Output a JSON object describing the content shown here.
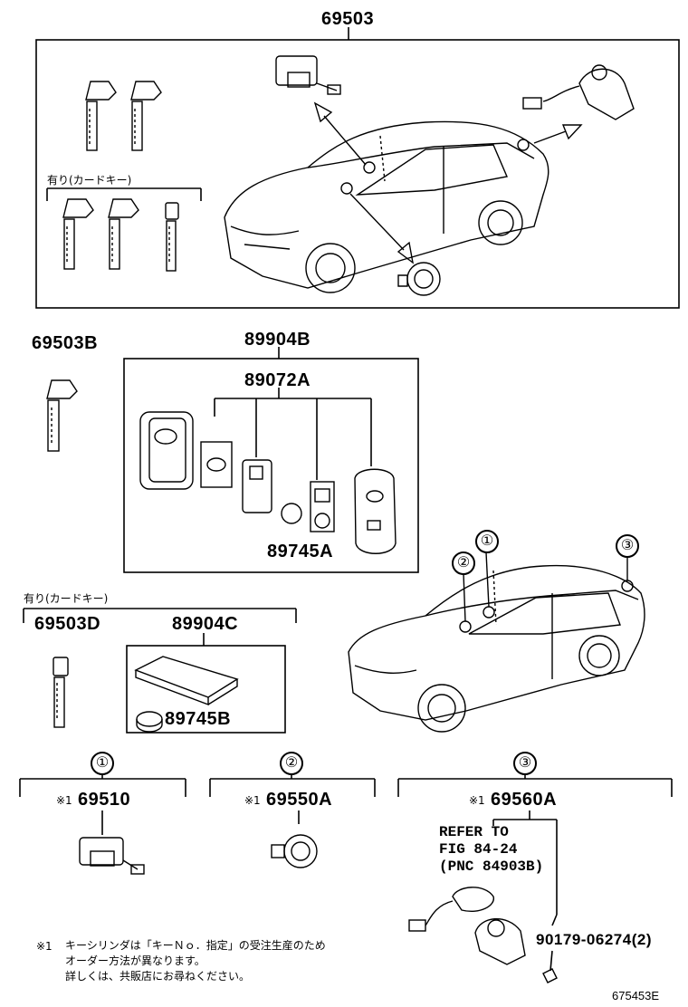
{
  "top": {
    "part": "69503",
    "key_group_label": "有り(カードキー)"
  },
  "section_keys": {
    "part_b": "69503B",
    "part_d": "69503D",
    "card_key_label": "有り(カードキー)"
  },
  "fob": {
    "assy": "89904B",
    "sub": "89072A",
    "battery": "89745A"
  },
  "card": {
    "assy": "89904C",
    "battery": "89745B"
  },
  "callouts": {
    "c1": "①",
    "c2": "②",
    "c3": "③"
  },
  "detail1": {
    "num": "①",
    "mark": "※1",
    "part": "69510"
  },
  "detail2": {
    "num": "②",
    "mark": "※1",
    "part": "69550A"
  },
  "detail3": {
    "num": "③",
    "mark": "※1",
    "part": "69560A",
    "refer": "REFER TO\nFIG 84-24\n(PNC 84903B)",
    "screw": "90179-06274(2)"
  },
  "footnote": {
    "mark": "※1",
    "line1": "キーシリンダは「キーＮｏ．指定」の受注生産のため",
    "line2": "オーダー方法が異なります。",
    "line3": "詳しくは、共販店にお尋ねください。"
  },
  "figure_id": "675453E"
}
